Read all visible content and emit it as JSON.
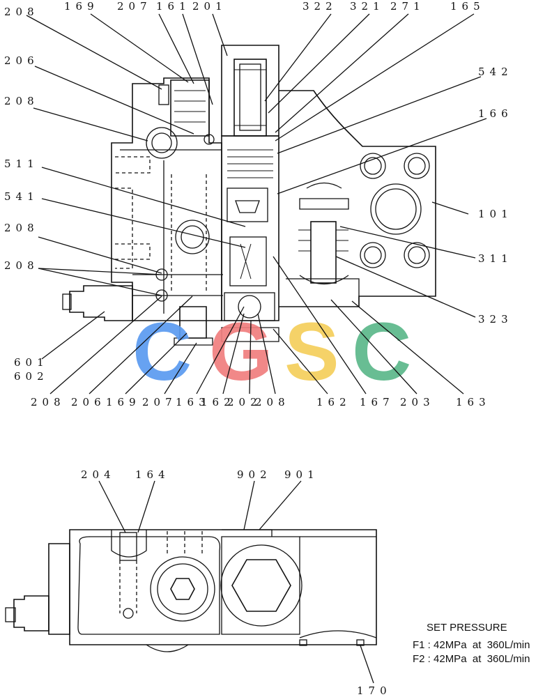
{
  "upper_labels": {
    "l208a": "208",
    "l169": "169",
    "l207": "207",
    "l161": "161",
    "l201": "201",
    "l322": "322",
    "l321": "321",
    "l271": "271",
    "l165": "165",
    "l206": "206",
    "l208b": "208",
    "l542": "542",
    "l166": "166",
    "l511": "511",
    "l541": "541",
    "l101": "101",
    "l208c": "208",
    "l311": "311",
    "l208d": "208",
    "l323": "323",
    "l601": "601",
    "l602": "602",
    "b208": "208",
    "b206": "206",
    "b169": "169",
    "b207": "207",
    "b163": "163",
    "b162a": "162",
    "b202": "202",
    "b208e": "208",
    "b162b": "162",
    "b167": "167",
    "b203": "203",
    "b163b": "163"
  },
  "lower_labels": {
    "l204": "204",
    "l164": "164",
    "l902": "902",
    "l901": "901",
    "l170": "170"
  },
  "set_pressure": {
    "title": "SET PRESSURE",
    "f1": "F1 : 42MPa  at  360L/min",
    "f2": "F2 : 42MPa  at  360L/min"
  },
  "watermark": {
    "letters": [
      "C",
      "G",
      "S",
      "C"
    ],
    "colors": [
      "#5b9bf0",
      "#f07e7e",
      "#f5cf5c",
      "#5cb88a"
    ]
  }
}
